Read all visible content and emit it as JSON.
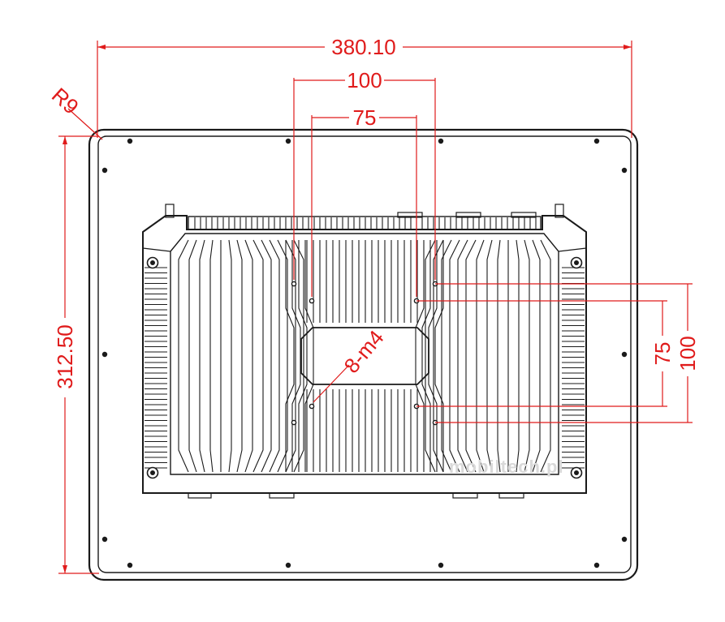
{
  "dimensions": {
    "overall_width": "380.10",
    "overall_height": "312.50",
    "corner_radius": "R9",
    "vesa_outer_horizontal": "100",
    "vesa_inner_horizontal": "75",
    "vesa_inner_vertical": "75",
    "vesa_outer_vertical": "100",
    "mount_holes": "8-m4"
  },
  "watermark": "mobiltech.pl",
  "colors": {
    "dimension": "#e01b1b",
    "outline": "#1a1a1a",
    "watermark": "#d9d9d9"
  }
}
